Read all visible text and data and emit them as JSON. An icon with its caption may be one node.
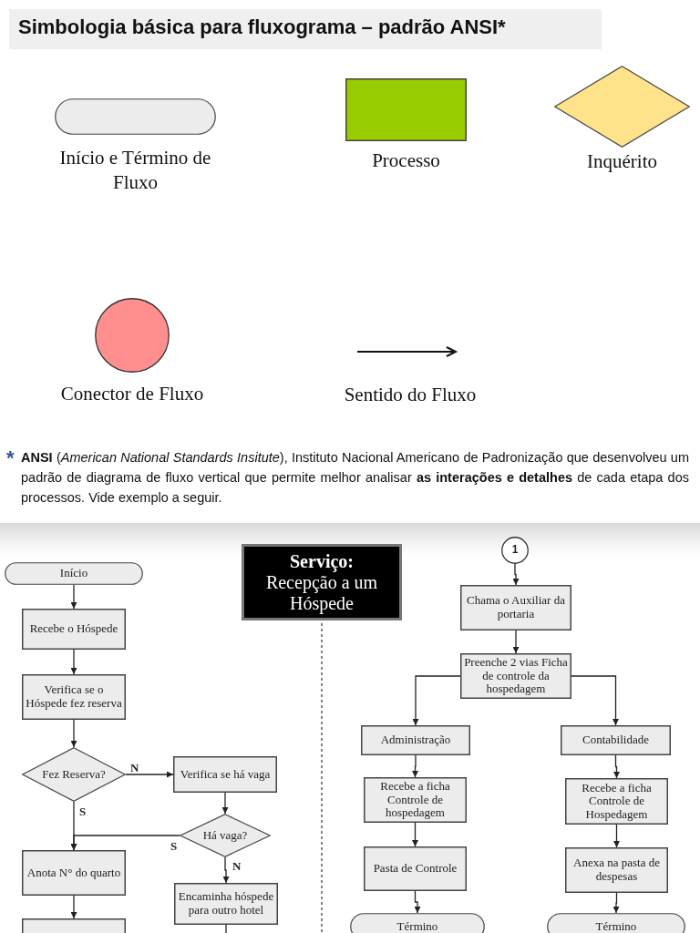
{
  "diagram": {
    "title": "Simbologia básica para fluxograma – padrão ANSI*",
    "nodes": [
      {
        "text": [
          "Início e Término de Fluxo"
        ]
      },
      {
        "text": [
          "Processo"
        ]
      },
      {
        "text": [
          "Inquérito"
        ]
      },
      {
        "text": [
          "Conector de Fluxo"
        ]
      },
      {
        "text": [
          "Serviço:",
          "Recepção a um Hóspede"
        ]
      },
      {
        "text": [
          "Início"
        ]
      },
      {
        "text": [
          "Recebe o Hóspede"
        ]
      },
      {
        "text": [
          "Verifica se o Hóspede fez reserva"
        ]
      },
      {
        "text": [
          "Fez Reserva?"
        ]
      },
      {
        "text": [
          "Verifica se há vaga"
        ]
      },
      {
        "text": [
          "Há vaga?"
        ]
      },
      {
        "text": [
          "Anota N° do quarto"
        ]
      },
      {
        "text": [
          "Encaminha hóspede para outro hotel"
        ]
      },
      {
        "text": [],
        "shape": "box"
      },
      {
        "text": [
          "1"
        ]
      },
      {
        "text": [
          "Chama o Auxiliar da portaria"
        ]
      },
      {
        "text": [
          "Preenche 2 vias Ficha de controle da hospedagem"
        ]
      },
      {
        "text": [
          "Administração"
        ]
      },
      {
        "text": [
          "Contabilidade"
        ]
      },
      {
        "text": [
          "Recebe a ficha Controle de hospedagem"
        ]
      },
      {
        "text": [
          "Recebe a ficha Controle de Hospedagem"
        ]
      },
      {
        "text": [
          "Pasta de Controle"
        ]
      },
      {
        "text": [
          "Anexa na pasta de despesas"
        ]
      },
      {
        "text": [
          "Término"
        ]
      },
      {
        "text": [
          "Término"
        ]
      }
    ],
    "edges": [
      {
        "from": 5,
        "to": 6,
        "arrow": "to"
      },
      {
        "from": 6,
        "to": 7,
        "arrow": "to"
      },
      {
        "from": 7,
        "to": 8,
        "arrow": "to"
      },
      {
        "from": 8,
        "to": 9,
        "arrow": "to",
        "label": "N"
      },
      {
        "from": 8,
        "to": 11,
        "arrow": "to",
        "label": "S"
      },
      {
        "from": 10,
        "to": 11,
        "arrow": "to",
        "label": "S"
      },
      {
        "from": 9,
        "to": 10,
        "arrow": "to"
      },
      {
        "from": 10,
        "to": 12,
        "arrow": "to",
        "label": "N"
      },
      {
        "from": 11,
        "to": 13,
        "arrow": "to"
      },
      {
        "from": 12,
        "to": null,
        "arrow": "none"
      },
      {
        "from": 14,
        "to": 15,
        "arrow": "to"
      },
      {
        "from": 15,
        "to": 16,
        "arrow": "to"
      },
      {
        "from": 16,
        "to": 17,
        "arrow": "to"
      },
      {
        "from": 16,
        "to": 18,
        "arrow": "to"
      },
      {
        "from": 17,
        "to": 19,
        "arrow": "to"
      },
      {
        "from": 19,
        "to": 21,
        "arrow": "to"
      },
      {
        "from": 21,
        "to": 23,
        "arrow": "to"
      },
      {
        "from": 18,
        "to": 20,
        "arrow": "to"
      },
      {
        "from": 20,
        "to": 22,
        "arrow": "to"
      },
      {
        "from": 22,
        "to": 24,
        "arrow": "to"
      }
    ],
    "labels": [
      "Sentido do Fluxo",
      "*",
      "**ANSI** (*American National Standards Insitute*), Instituto Nacional Americano de Padronização que desenvolveu um padrão de diagrama de fluxo vertical que permite melhor analisar **as interações e detalhes** de cada etapa dos processos. Vide exemplo a seguir."
    ]
  }
}
